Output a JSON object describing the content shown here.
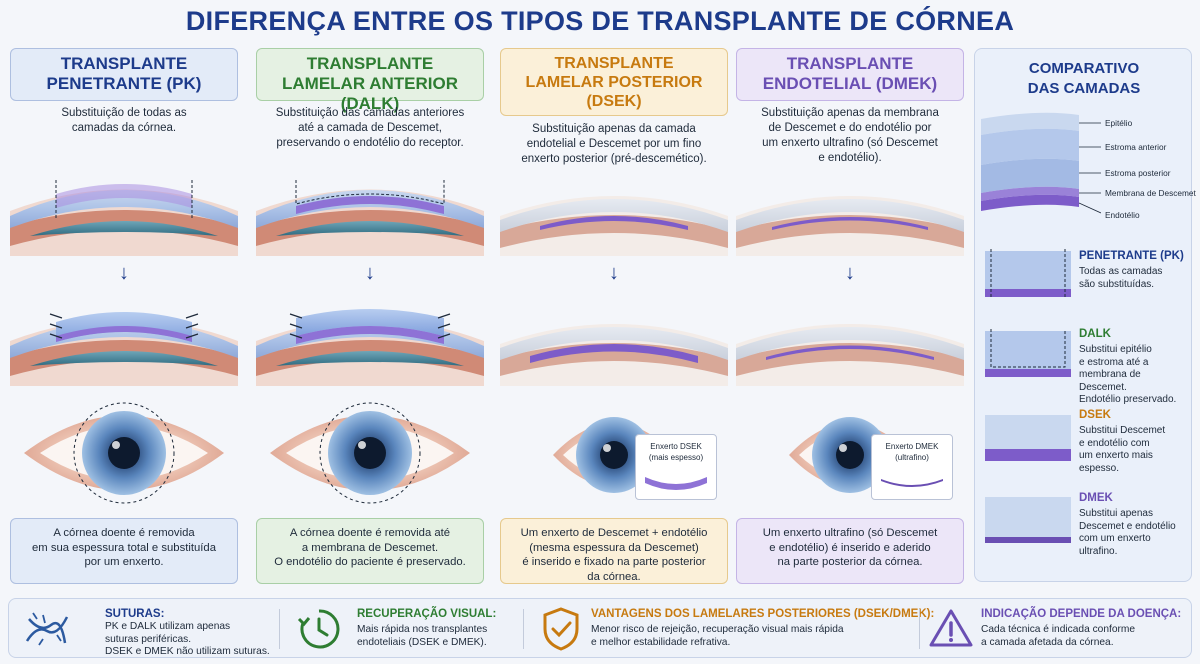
{
  "title": "DIFERENÇA ENTRE OS TIPOS DE TRANSPLANTE DE CÓRNEA",
  "colors": {
    "pk": "#1d3b8b",
    "dalk": "#2e7d32",
    "dsek": "#c77a10",
    "dmek": "#6a4fb3"
  },
  "columns": [
    {
      "key": "pk",
      "header_line1": "TRANSPLANTE",
      "header_line2": "PENETRANTE (PK)",
      "header_line3": "",
      "desc_lines": [
        "Substituição de todas as",
        "camadas da córnea."
      ],
      "footer_lines": [
        "A córnea doente é removida",
        "em sua espessura total e substituída",
        "por um enxerto."
      ]
    },
    {
      "key": "dalk",
      "header_line1": "TRANSPLANTE",
      "header_line2": "LAMELAR ANTERIOR (DALK)",
      "header_line3": "",
      "desc_lines": [
        "Substituição das camadas anteriores",
        "até a camada de Descemet,",
        "preservando o endotélio do receptor."
      ],
      "footer_lines": [
        "A córnea doente é removida até",
        "a membrana de Descemet.",
        "O endotélio do paciente é preservado."
      ]
    },
    {
      "key": "dsek",
      "header_line1": "TRANSPLANTE",
      "header_line2": "LAMELAR POSTERIOR",
      "header_line3": "(DSEK)",
      "desc_lines": [
        "Substituição apenas da camada",
        "endotelial e Descemet por um fino",
        "enxerto posterior (pré-descemético)."
      ],
      "footer_lines": [
        "Um enxerto de Descemet + endotélio",
        "(mesma espessura da Descemet)",
        "é inserido e fixado na parte posterior",
        "da córnea."
      ],
      "inset_line1": "Enxerto DSEK",
      "inset_line2": "(mais espesso)"
    },
    {
      "key": "dmek",
      "header_line1": "TRANSPLANTE",
      "header_line2": "ENDOTELIAL (DMEK)",
      "header_line3": "",
      "desc_lines": [
        "Substituição apenas da membrana",
        "de Descemet e do endotélio por",
        "um enxerto ultrafino (só Descemet",
        "e endotélio)."
      ],
      "footer_lines": [
        "Um enxerto ultrafino (só Descemet",
        "e endotélio) é inserido e aderido",
        "na parte posterior da córnea."
      ],
      "inset_line1": "Enxerto DMEK",
      "inset_line2": "(ultrafino)"
    }
  ],
  "arrow_glyph": "↓",
  "comparison": {
    "title_line1": "COMPARATIVO",
    "title_line2": "DAS CAMADAS",
    "layers": [
      "Epitélio",
      "Estroma anterior",
      "Estroma posterior",
      "Membrana de Descemet",
      "Endotélio"
    ],
    "types": [
      {
        "name": "PENETRANTE (PK)",
        "desc": [
          "Todas as camadas",
          "são substituídas."
        ]
      },
      {
        "name": "DALK",
        "desc": [
          "Substitui epitélio",
          "e estroma até a",
          "membrana de Descemet.",
          "Endotélio preservado."
        ]
      },
      {
        "name": "DSEK",
        "desc": [
          "Substitui Descemet",
          "e endotélio com",
          "um enxerto mais",
          "espesso."
        ]
      },
      {
        "name": "DMEK",
        "desc": [
          "Substitui apenas",
          "Descemet e endotélio",
          "com um enxerto",
          "ultrafino."
        ]
      }
    ]
  },
  "bottom": [
    {
      "title": "SUTURAS:",
      "lines": [
        "PK e DALK utilizam apenas",
        "suturas periféricas.",
        "DSEK e DMEK não utilizam suturas."
      ],
      "icon": "sutures-icon"
    },
    {
      "title": "RECUPERAÇÃO VISUAL:",
      "lines": [
        "Mais rápida nos transplantes",
        "endoteliais (DSEK e DMEK)."
      ],
      "icon": "clock-recovery-icon"
    },
    {
      "title": "VANTAGENS DOS LAMELARES POSTERIORES (DSEK/DMEK):",
      "lines": [
        "Menor risco de rejeição, recuperação visual mais rápida",
        "e melhor estabilidade refrativa."
      ],
      "icon": "shield-check-icon"
    },
    {
      "title": "INDICAÇÃO DEPENDE DA DOENÇA:",
      "lines": [
        "Cada técnica é indicada conforme",
        "a camada afetada da córnea."
      ],
      "icon": "warning-icon"
    }
  ]
}
